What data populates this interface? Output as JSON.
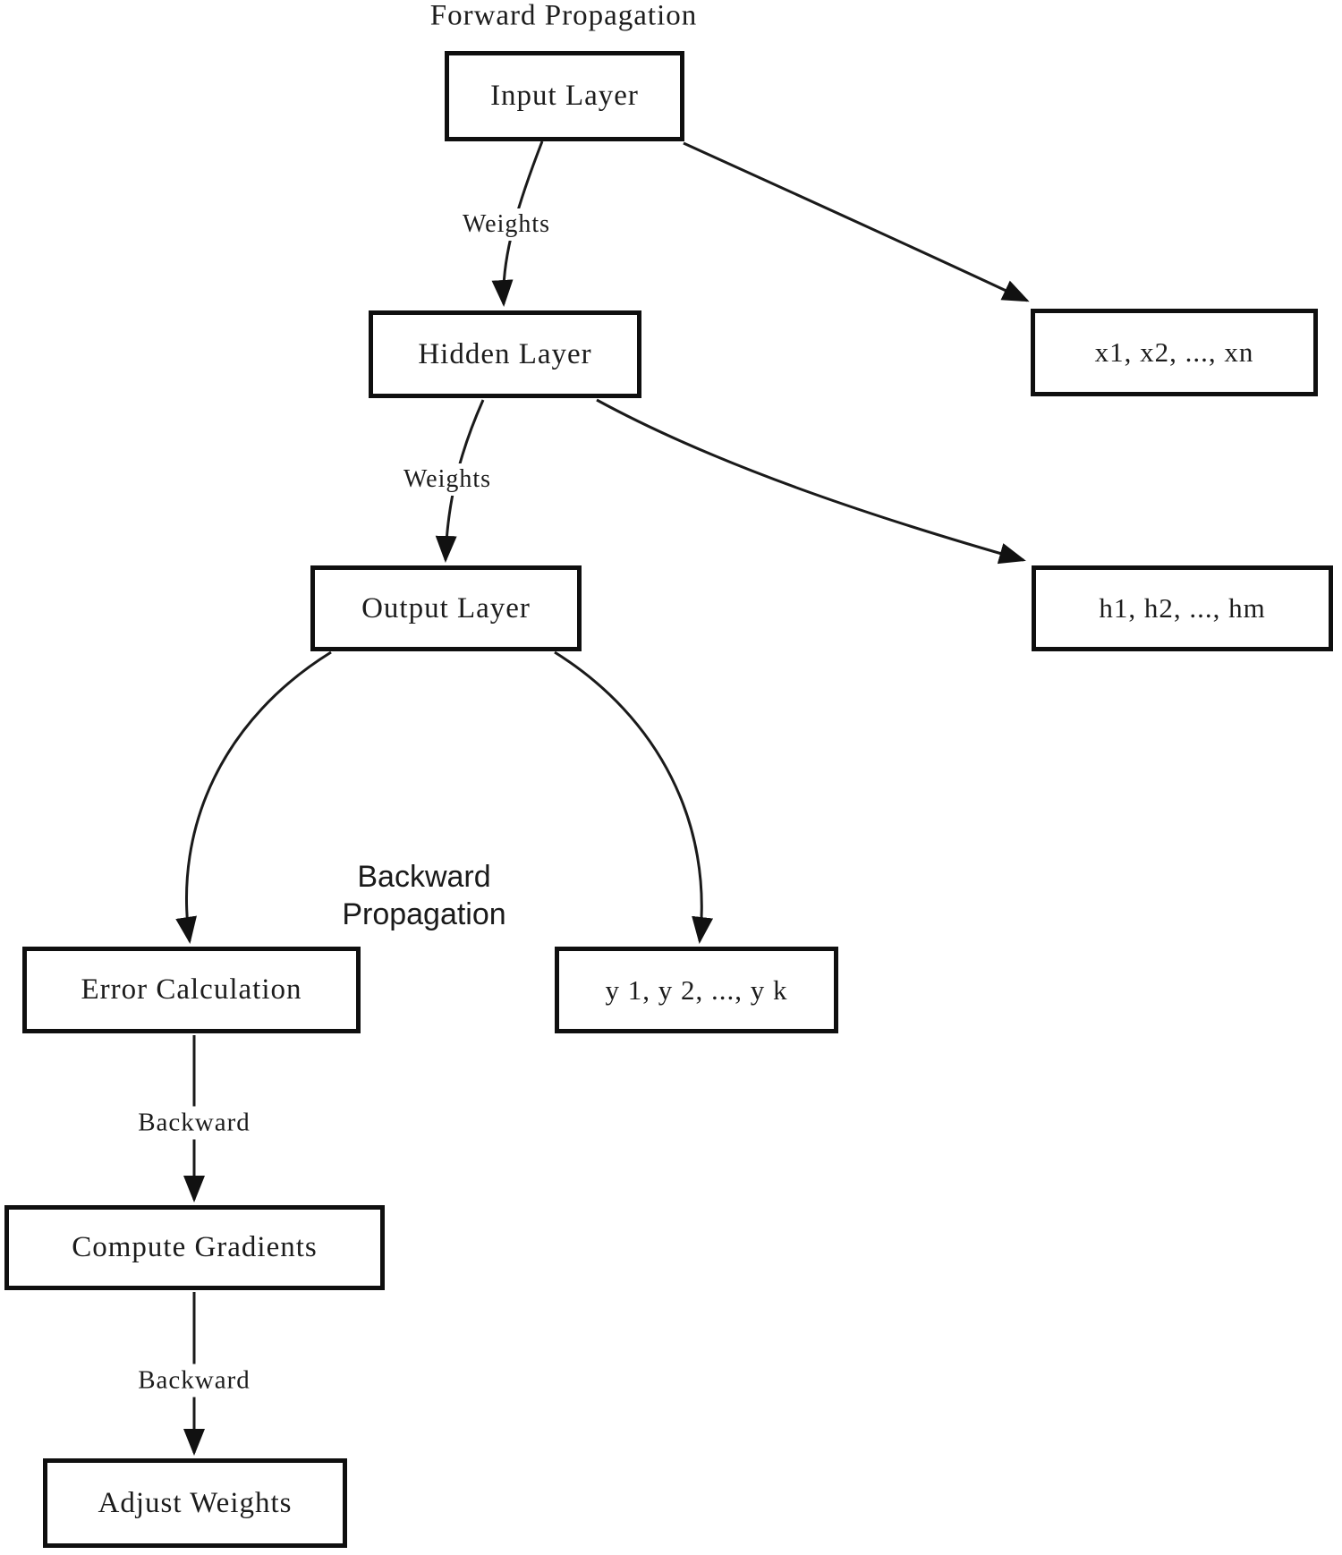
{
  "diagram": {
    "forward_title": "Forward Propagation",
    "backward_title_line1": "Backward",
    "backward_title_line2": "Propagation",
    "nodes": {
      "input_layer": "Input Layer",
      "hidden_layer": "Hidden Layer",
      "output_layer": "Output Layer",
      "input_values": "x1, x2, ..., xn",
      "hidden_values": "h1, h2, ..., hm",
      "output_values": "y 1, y 2, ..., y k",
      "error_calculation": "Error Calculation",
      "compute_gradients": "Compute Gradients",
      "adjust_weights": "Adjust Weights"
    },
    "edge_labels": {
      "input_to_hidden": "Weights",
      "hidden_to_output": "Weights",
      "error_to_gradients": "Backward",
      "gradients_to_adjust": "Backward"
    },
    "colors": {
      "line": "#1a1a1a",
      "box_border": "#0f0f0f",
      "text": "#1c1c1c",
      "background": "#ffffff"
    }
  }
}
